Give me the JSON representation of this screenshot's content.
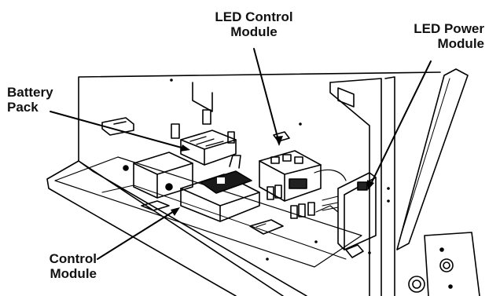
{
  "callouts": {
    "led_control_module": {
      "line1": "LED Control",
      "line2": "Module"
    },
    "led_power_module": {
      "line1": "LED Power",
      "line2": "Module"
    },
    "battery_pack": {
      "line1": "Battery",
      "line2": "Pack"
    },
    "control_module": {
      "line1": "Control",
      "line2": "Module"
    }
  }
}
